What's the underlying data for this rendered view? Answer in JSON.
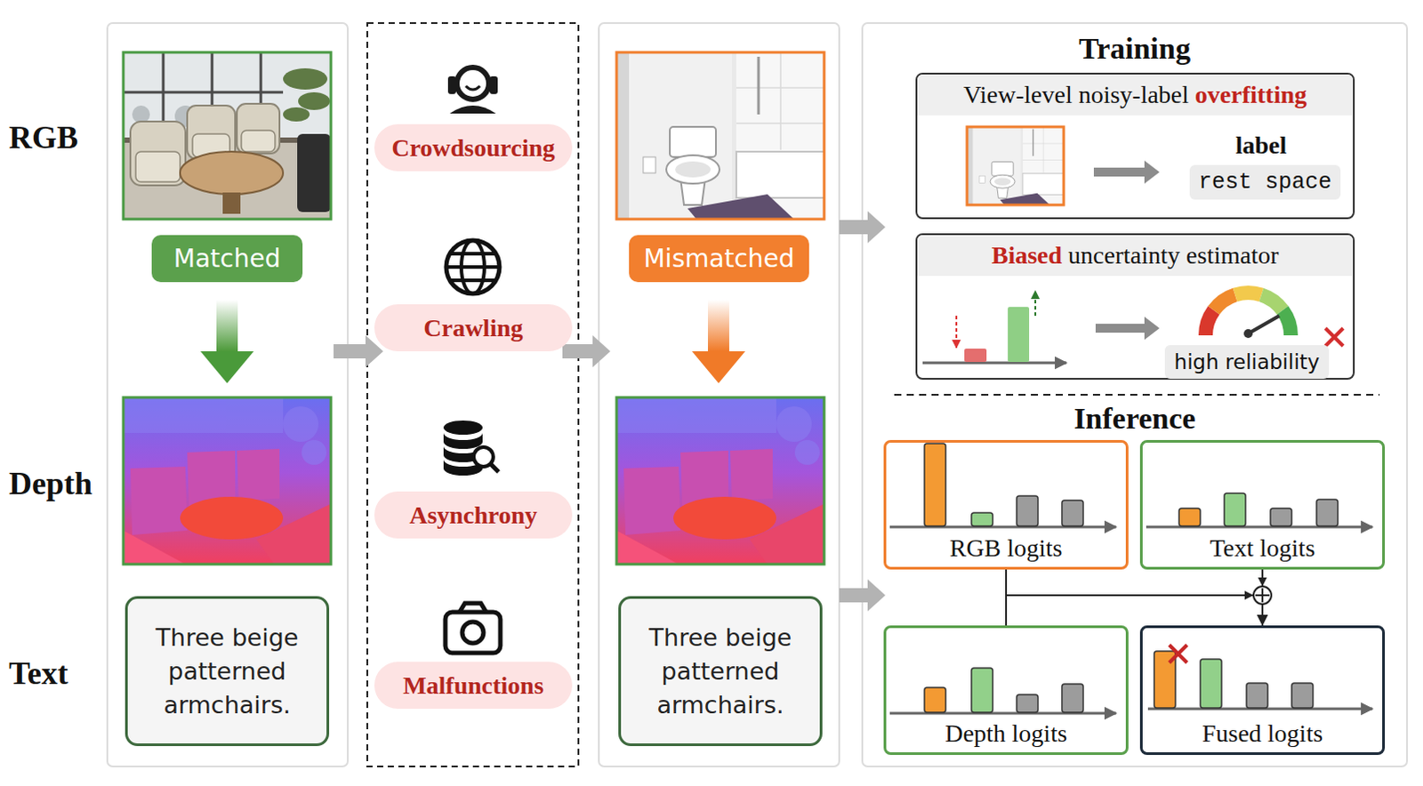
{
  "diagram": {
    "nodes": [
      {
        "text": [
          "Matched"
        ]
      },
      {
        "text": [
          "Three beige patterned armchairs."
        ]
      },
      {
        "text": [
          "Crowdsourcing"
        ]
      },
      {
        "text": [
          "Crawling"
        ]
      },
      {
        "text": [
          "Asynchrony"
        ]
      },
      {
        "text": [
          "Malfunctions"
        ]
      },
      {
        "text": [
          "Mismatched"
        ]
      },
      {
        "text": [
          "Three beige patterned armchairs."
        ]
      },
      {
        "text": [
          "View-level noisy-label overfitting",
          "label"
        ]
      },
      {
        "text": [
          "rest space"
        ],
        "in": 8
      },
      {
        "text": [
          "Biased uncertainty estimator"
        ]
      },
      {
        "text": [
          "high reliability"
        ],
        "in": 10
      },
      {
        "text": [
          "RGB logits"
        ]
      },
      {
        "text": [
          "Text logits"
        ]
      },
      {
        "text": [
          "Depth logits"
        ]
      },
      {
        "text": [
          "Fused logits"
        ]
      }
    ],
    "edges": [
      {
        "from": 12,
        "to": 15,
        "arrow": "to"
      },
      {
        "from": 13,
        "to": 15,
        "arrow": "to"
      },
      {
        "from": 14,
        "to": 15,
        "arrow": "to"
      }
    ],
    "labels": [
      "RGB",
      "Depth",
      "Text",
      "Training",
      "Inference"
    ]
  }
}
